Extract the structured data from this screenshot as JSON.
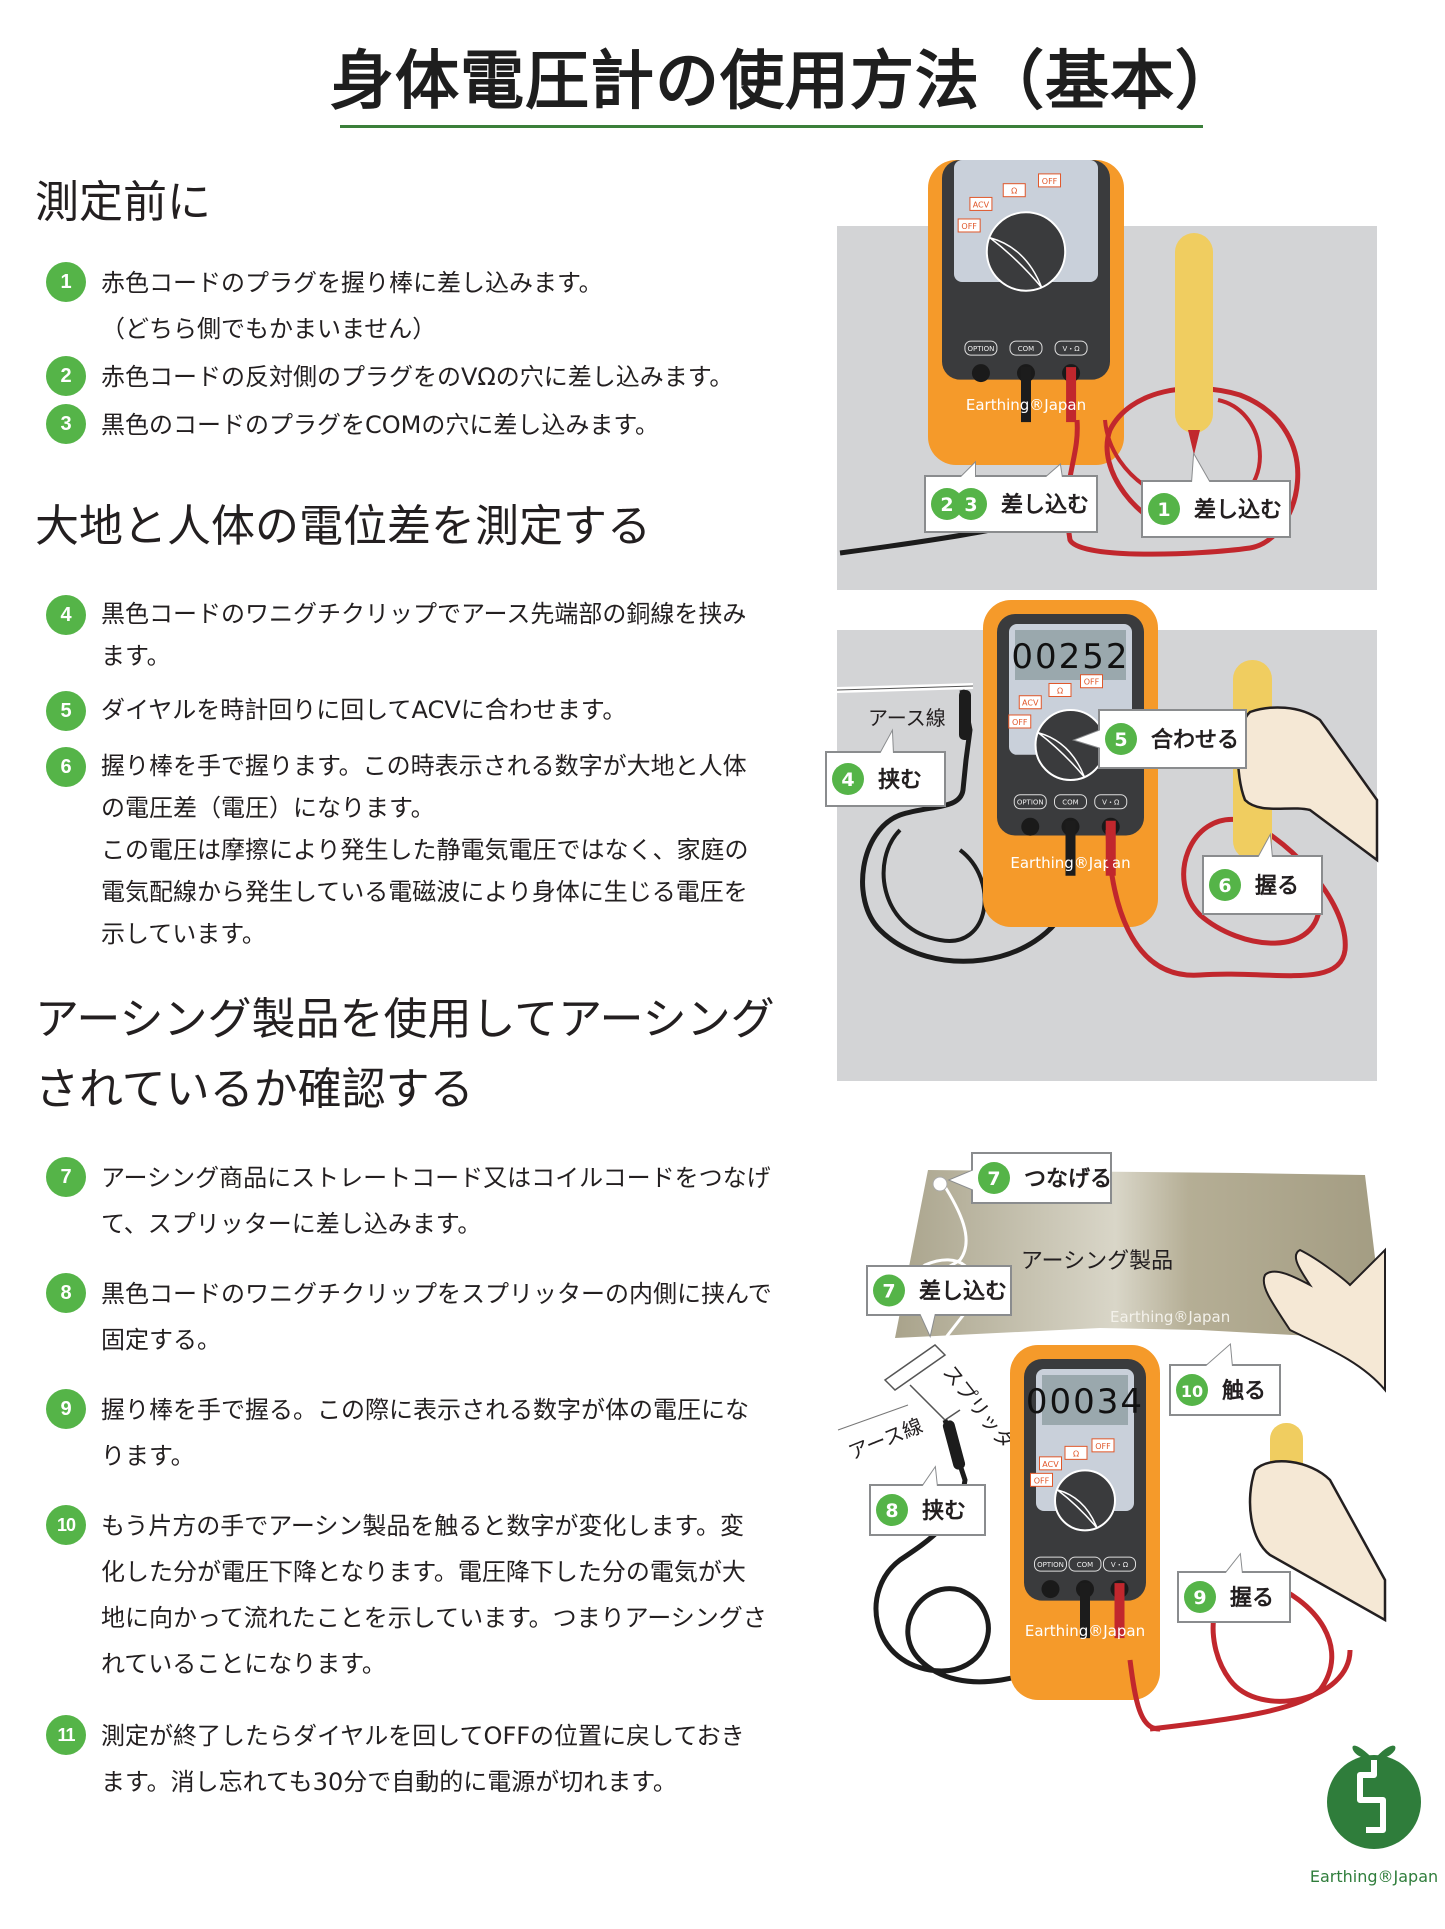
{
  "title": "身体電圧計の使用方法（基本）",
  "sections": [
    {
      "heading": "測定前に",
      "items": [
        {
          "num": "1",
          "lines": [
            "赤色コードのプラグを握り棒に差し込みます。",
            "（どちら側でもかまいません）"
          ]
        },
        {
          "num": "2",
          "lines": [
            "赤色コードの反対側のプラグをのVΩの穴に差し込みます。"
          ]
        },
        {
          "num": "3",
          "lines": [
            "黒色のコードのプラグをCOMの穴に差し込みます。"
          ]
        }
      ]
    },
    {
      "heading": "大地と人体の電位差を測定する",
      "items": [
        {
          "num": "4",
          "lines": [
            "黒色コードのワニグチクリップでアース先端部の銅線を挟み",
            "ます。"
          ]
        },
        {
          "num": "5",
          "lines": [
            "ダイヤルを時計回りに回してACVに合わせます。"
          ]
        },
        {
          "num": "6",
          "lines": [
            "握り棒を手で握ります。この時表示される数字が大地と人体",
            "の電圧差（電圧）になります。",
            "この電圧は摩擦により発生した静電気電圧ではなく、家庭の",
            "電気配線から発生している電磁波により身体に生じる電圧を",
            "示しています。"
          ]
        }
      ]
    },
    {
      "heading_lines": [
        "アーシング製品を使用してアーシング",
        "されているか確認する"
      ],
      "items": [
        {
          "num": "7",
          "lines": [
            "アーシング商品にストレートコード又はコイルコードをつなげ",
            "て、スプリッターに差し込みます。"
          ]
        },
        {
          "num": "8",
          "lines": [
            "黒色コードのワニグチクリップをスプリッターの内側に挟んで",
            "固定する。"
          ]
        },
        {
          "num": "9",
          "lines": [
            "握り棒を手で握る。この際に表示される数字が体の電圧にな",
            "ります。"
          ]
        },
        {
          "num": "10",
          "lines": [
            "もう片方の手でアーシン製品を触ると数字が変化します。変",
            "化した分が電圧下降となります。電圧降下した分の電気が大",
            "地に向かって流れたことを示しています。つまりアーシングさ",
            "れていることになります。"
          ]
        },
        {
          "num": "11",
          "lines": [
            "測定が終了したらダイヤルを回してOFFの位置に戻しておき",
            "ます。消し忘れても30分で自動的に電源が切れます。"
          ]
        }
      ]
    }
  ],
  "meter": {
    "ports": [
      "OPTION",
      "COM",
      "V・Ω"
    ],
    "dial_labels": [
      "OFF",
      "ACV",
      "Ω",
      "OFF"
    ],
    "brand": "Earthing®Japan"
  },
  "panel1": {
    "callouts": [
      {
        "nums": [
          "2",
          "3"
        ],
        "label": "差し込む"
      },
      {
        "nums": [
          "1"
        ],
        "label": "差し込む"
      }
    ]
  },
  "panel2": {
    "display": "00252",
    "ground_wire_label": "アース線",
    "callouts": [
      {
        "num": "4",
        "label": "挟む"
      },
      {
        "num": "5",
        "label": "合わせる"
      },
      {
        "num": "6",
        "label": "握る"
      }
    ]
  },
  "panel3": {
    "display": "00034",
    "product_label": "アーシング製品",
    "product_brand": "Earthing®Japan",
    "splitter_label": "スプリッター",
    "ground_wire_label": "アース線",
    "callouts": [
      {
        "num": "7",
        "label": "つなげる"
      },
      {
        "num": "7",
        "label": "差し込む"
      },
      {
        "num": "10",
        "label": "触る"
      },
      {
        "num": "8",
        "label": "挟む"
      },
      {
        "num": "9",
        "label": "握る"
      }
    ]
  },
  "logo": {
    "text": "Earthing®Japan"
  },
  "colors": {
    "green_badge": "#55b448",
    "logo_green": "#2f7d3b",
    "meter_orange": "#f59a2a",
    "panel_gray": "#d3d4d6",
    "title_rule": "#3b7f3a"
  }
}
